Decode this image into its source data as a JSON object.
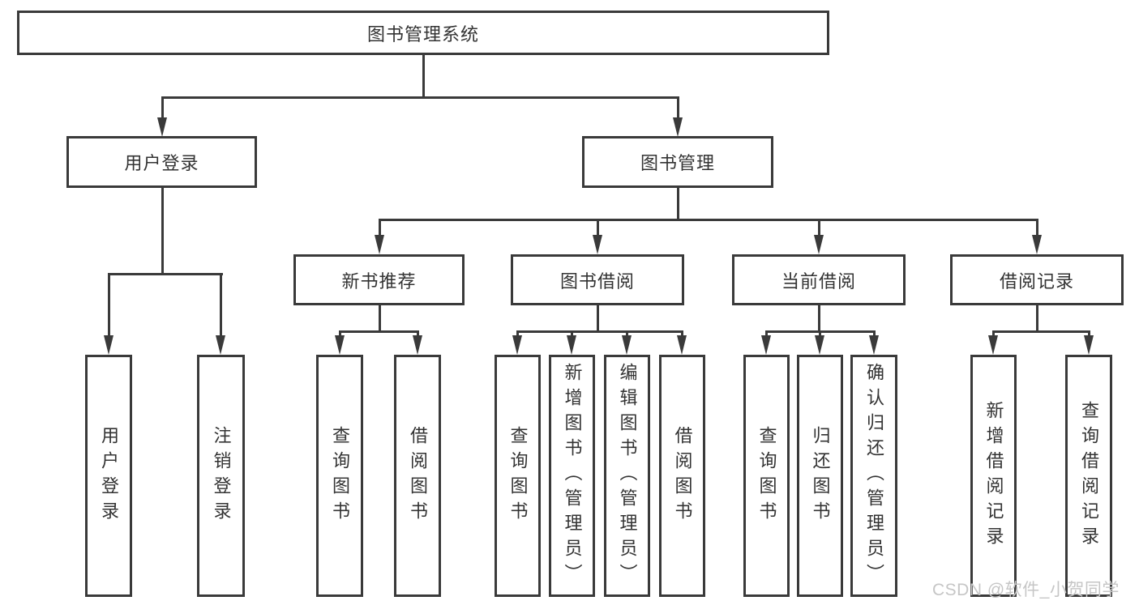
{
  "tree": {
    "root": "图书管理系统",
    "branches": [
      {
        "label": "用户登录",
        "children": [
          "用户登录",
          "注销登录"
        ]
      },
      {
        "label": "图书管理",
        "groups": [
          {
            "label": "新书推荐",
            "children": [
              "查询图书",
              "借阅图书"
            ]
          },
          {
            "label": "图书借阅",
            "children": [
              "查询图书",
              "新增图书（管理员）",
              "编辑图书（管理员）",
              "借阅图书"
            ]
          },
          {
            "label": "当前借阅",
            "children": [
              "查询图书",
              "归还图书",
              "确认归还（管理员）"
            ]
          },
          {
            "label": "借阅记录",
            "children": [
              "新增借阅记录",
              "查询借阅记录"
            ]
          }
        ]
      }
    ]
  },
  "watermark": {
    "text": "CSDN @软件_小贺同学"
  },
  "colors": {
    "background": "#ffffff",
    "line": "#3a3a3a",
    "text": "#333333",
    "watermark": "#c6c6c6"
  }
}
